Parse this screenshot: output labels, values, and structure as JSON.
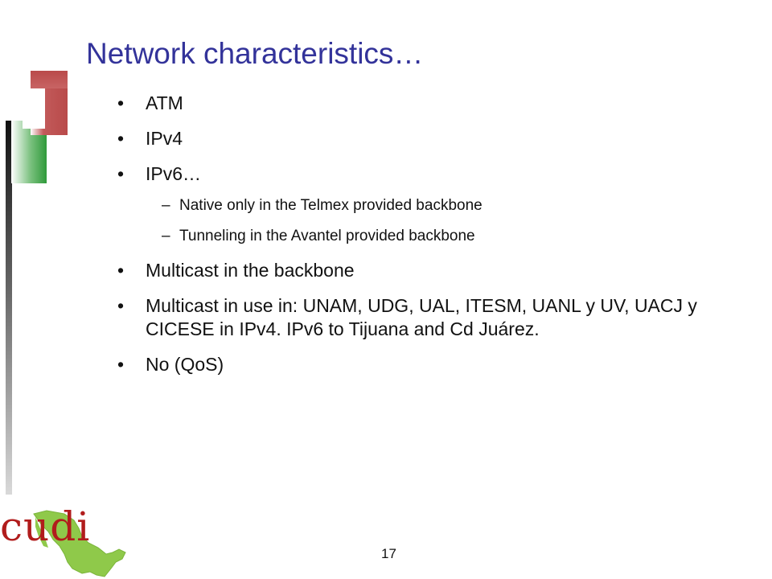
{
  "slide": {
    "title": "Network characteristics…",
    "bullets": [
      {
        "text": "ATM"
      },
      {
        "text": "IPv4"
      },
      {
        "text": "IPv6…",
        "sub": [
          "Native only in the Telmex provided backbone",
          "Tunneling in the Avantel provided backbone"
        ]
      },
      {
        "text": "Multicast in the backbone"
      },
      {
        "text": "Multicast in use in: UNAM, UDG, UAL, ITESM, UANL y UV, UACJ y CICESE in IPv4.  IPv6 to Tijuana and Cd Juárez."
      },
      {
        "text": "No (QoS)"
      }
    ],
    "bullet_mark": "•",
    "sub_mark": "–",
    "logo": {
      "text": "cudi",
      "icon": "mexico-map-icon",
      "color": "#b11c1c"
    },
    "page_number": "17"
  },
  "colors": {
    "title": "#33339a",
    "flag_red": "#b94a4a",
    "flag_green": "#2f9a3a",
    "map_green": "#8fc94a"
  }
}
